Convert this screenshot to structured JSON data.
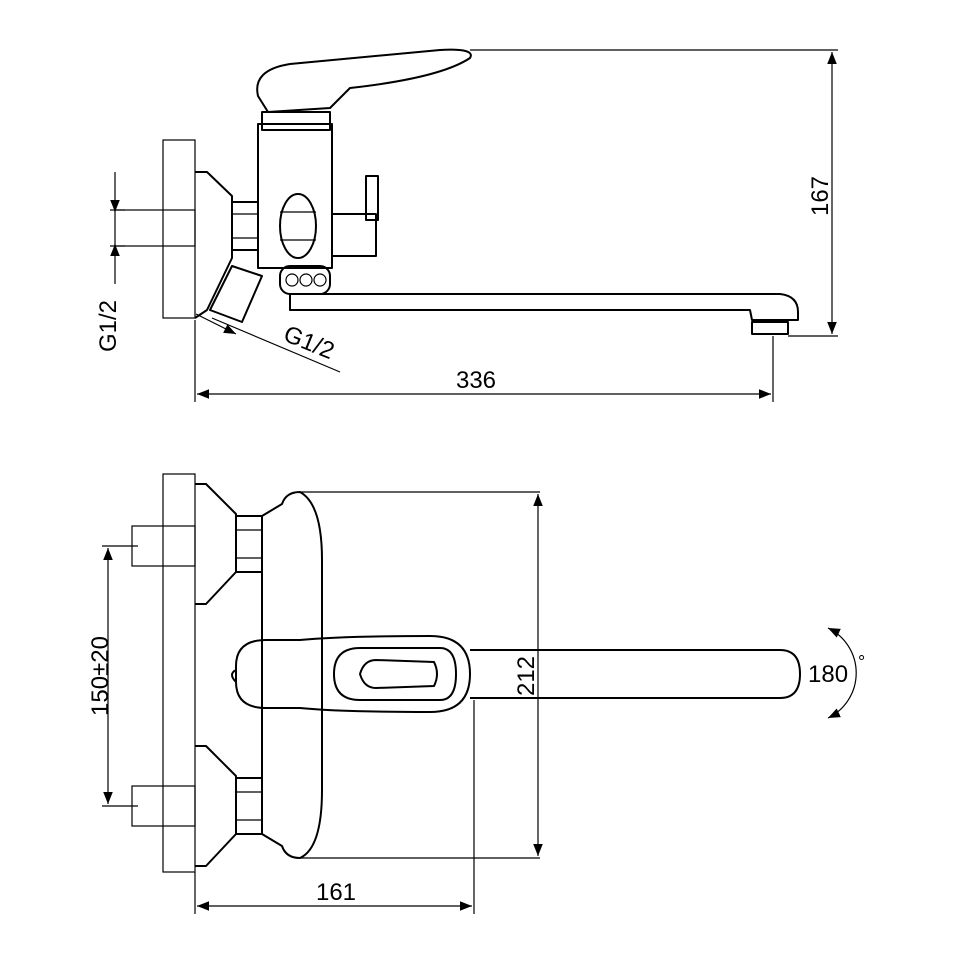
{
  "dimensions": {
    "height": "167",
    "thread_vertical": "G1/2",
    "thread_angled": "G1/2",
    "overall_length": "336",
    "body_width": "212",
    "inlet_spacing": "150±20",
    "depth": "161",
    "rotation": "180",
    "rotation_unit": "°"
  },
  "colors": {
    "stroke": "#000000",
    "background": "#ffffff"
  }
}
